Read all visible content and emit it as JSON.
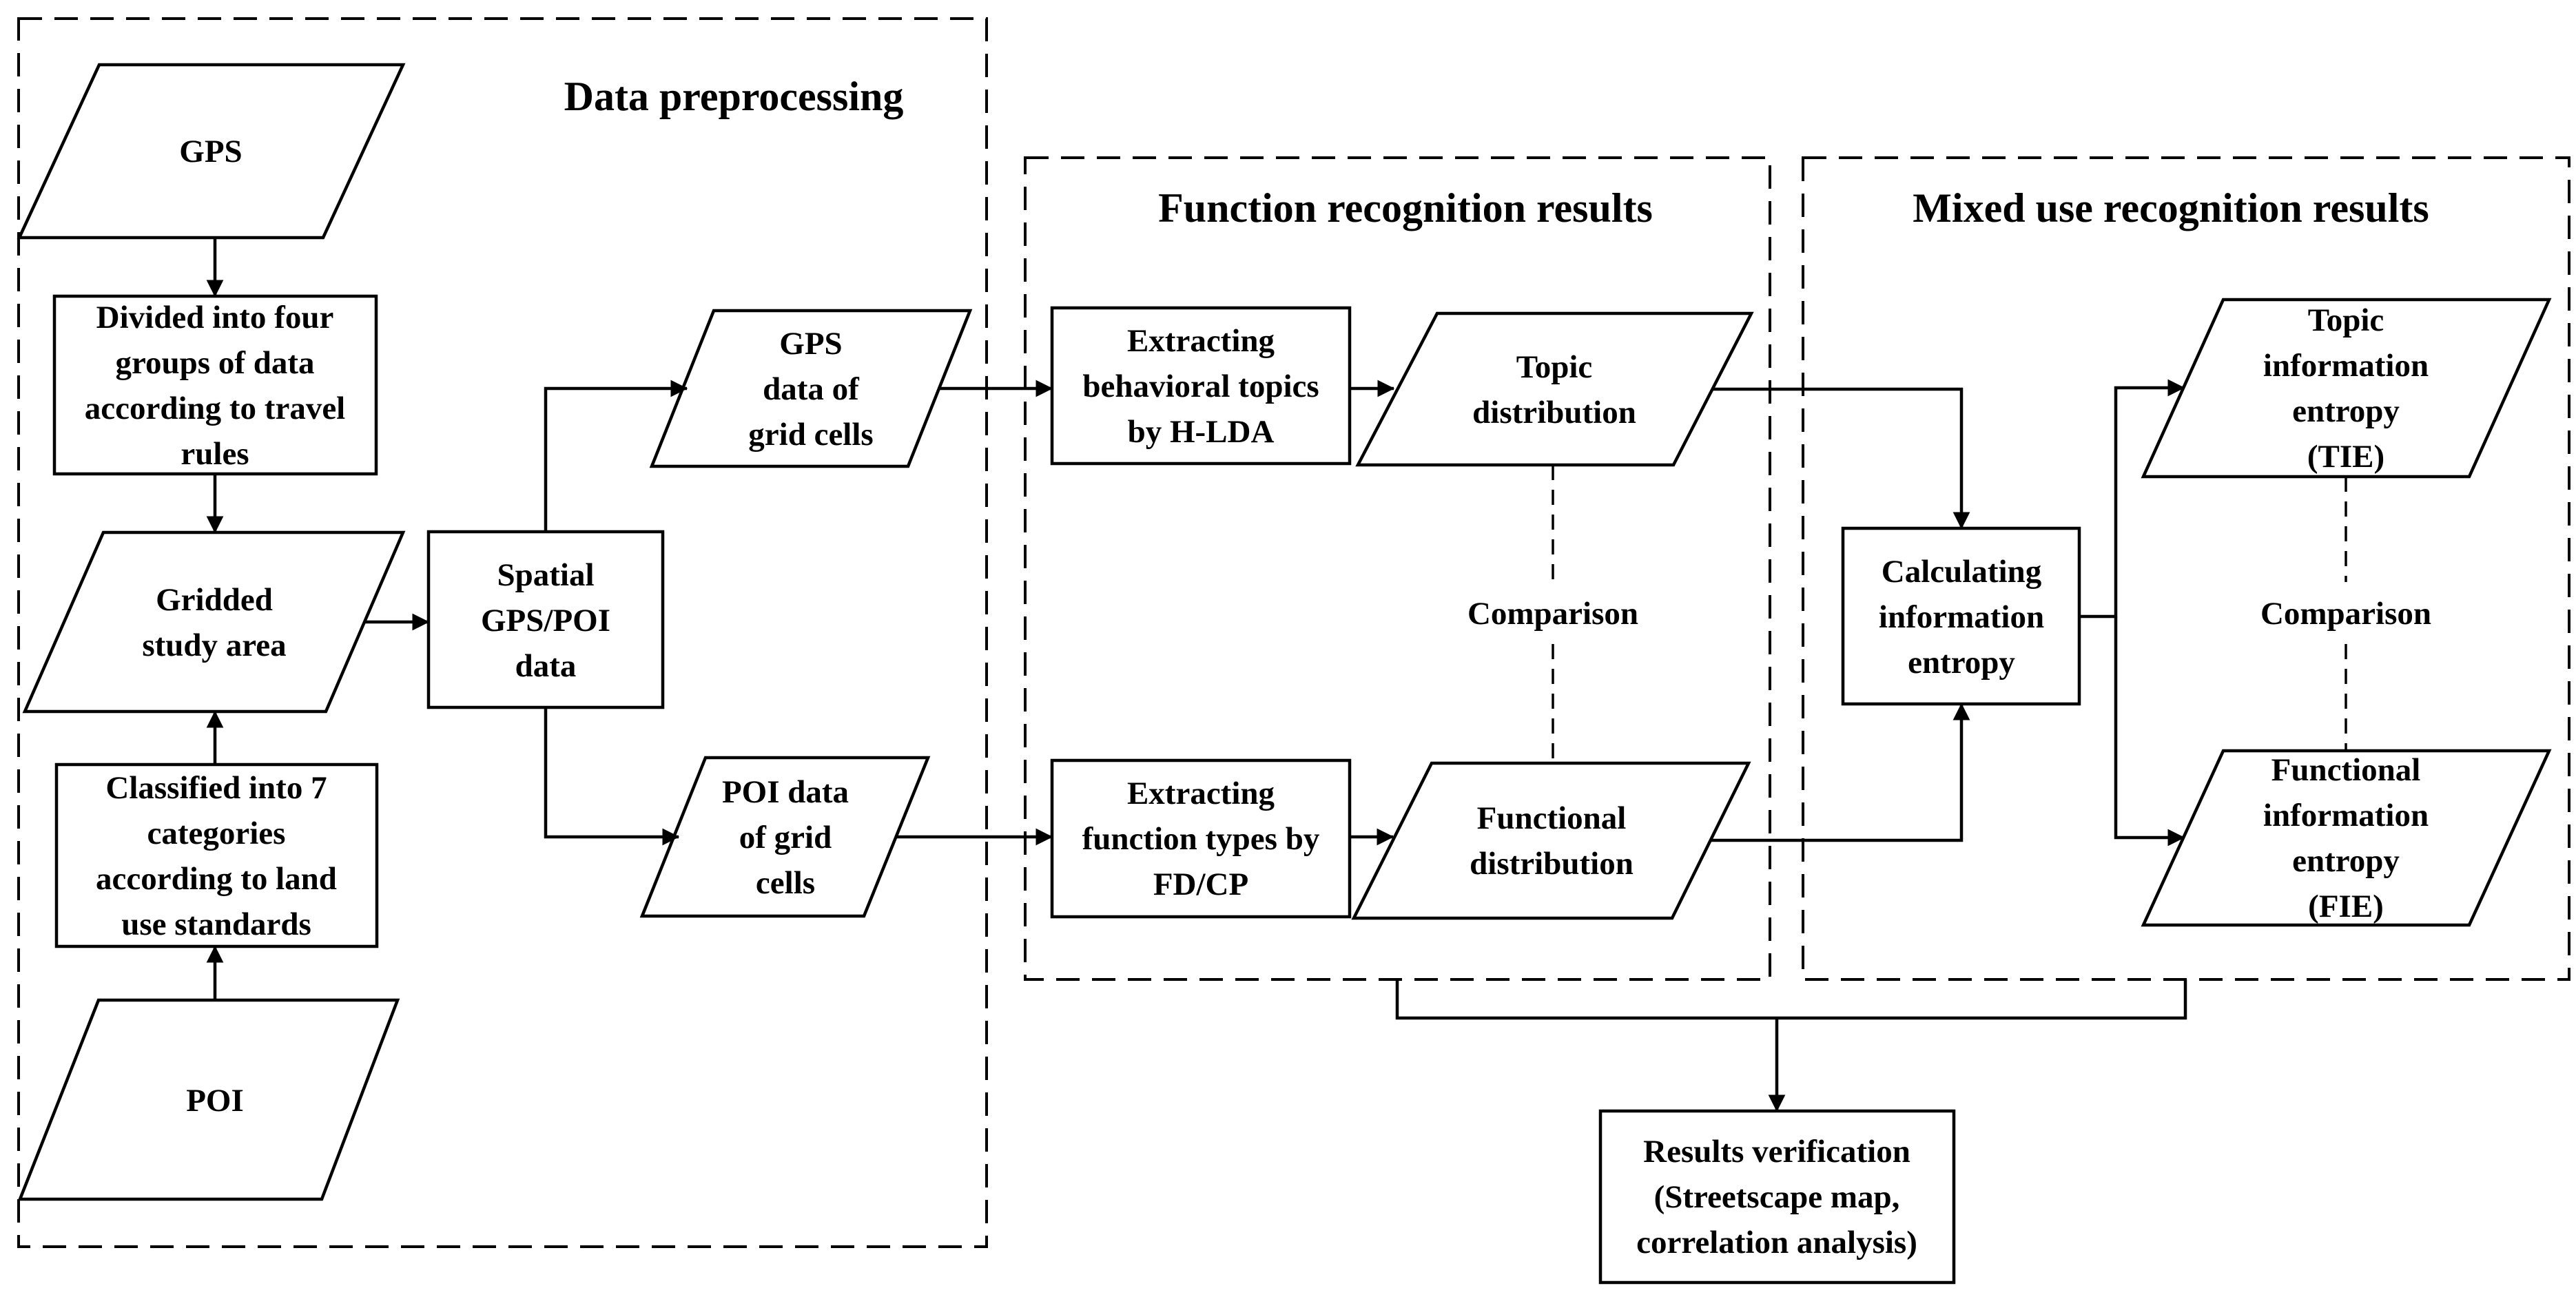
{
  "regions": {
    "data_preprocessing": "Data preprocessing",
    "function_recognition": "Function recognition results",
    "mixed_use_recognition": "Mixed use recognition results"
  },
  "nodes": {
    "gps": [
      "GPS"
    ],
    "divided": [
      "Divided into four",
      "groups of data",
      "according to travel",
      "rules"
    ],
    "gridded": [
      "Gridded",
      "study area"
    ],
    "classified": [
      "Classified into 7",
      "categories",
      "according to land",
      "use standards"
    ],
    "poi": [
      "POI"
    ],
    "spatial": [
      "Spatial",
      "GPS/POI",
      "data"
    ],
    "gps_grid": [
      "GPS",
      "data of",
      "grid cells"
    ],
    "poi_grid": [
      "POI data",
      "of grid",
      "cells"
    ],
    "extract_topics": [
      "Extracting",
      "behavioral topics",
      "by H-LDA"
    ],
    "extract_functions": [
      "Extracting",
      "function types by",
      "FD/CP"
    ],
    "topic_dist": [
      "Topic",
      "distribution"
    ],
    "func_dist": [
      "Functional",
      "distribution"
    ],
    "calc_entropy": [
      "Calculating",
      "information",
      "entropy"
    ],
    "tie": [
      "Topic",
      "information",
      "entropy",
      "(TIE)"
    ],
    "fie": [
      "Functional",
      "information",
      "entropy",
      "(FIE)"
    ],
    "verification": [
      "Results verification",
      "(Streetscape map,",
      "correlation analysis)"
    ]
  },
  "labels": {
    "comparison_left": "Comparison",
    "comparison_right": "Comparison"
  }
}
